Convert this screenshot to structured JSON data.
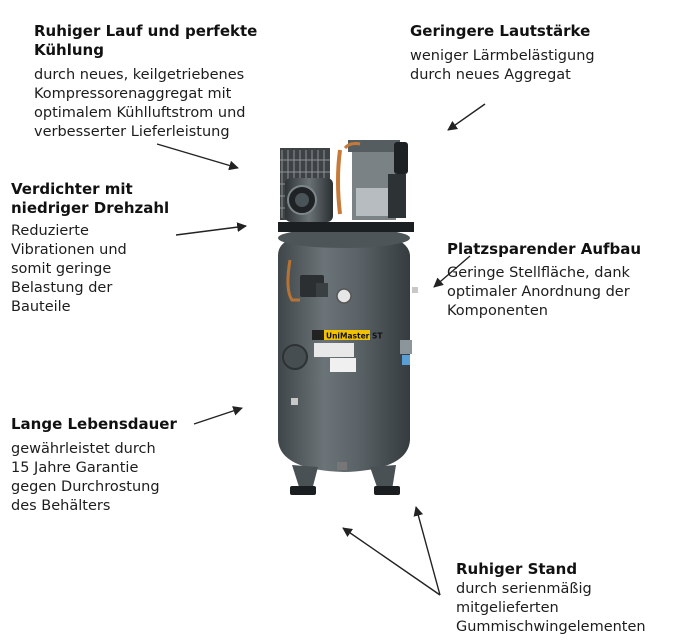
{
  "features": [
    {
      "id": "quiet_cooling",
      "title": "Ruhiger Lauf und perfekte Kühlung",
      "lines": [
        "durch neues, keilgetriebenes",
        "Kompressorenaggregat mit",
        "optimalem Kühlluftstrom und",
        "verbesserter Lieferleistung"
      ]
    },
    {
      "id": "lower_volume",
      "title": "Geringere Lautstärke",
      "lines": [
        "weniger Lärmbelästigung",
        "durch neues Aggregat"
      ]
    },
    {
      "id": "low_rpm",
      "title_lines": [
        "Verdichter mit",
        "niedriger Drehzahl"
      ],
      "lines": [
        "Reduzierte",
        "Vibrationen und",
        "somit geringe",
        "Belastung der",
        "Bauteile"
      ]
    },
    {
      "id": "space_saving",
      "title": "Platzsparender Aufbau",
      "lines": [
        "Geringe Stellfläche, dank",
        "optimaler Anordnung der",
        "Komponenten"
      ]
    },
    {
      "id": "long_life",
      "title": "Lange Lebensdauer",
      "lines": [
        "gewährleistet durch",
        "15 Jahre Garantie",
        "gegen Durchrostung",
        "des Behälters"
      ]
    },
    {
      "id": "stable_stand",
      "title": "Ruhiger Stand",
      "lines": [
        "durch serienmäßig",
        "mitgelieferten",
        "Gummischwingelementen"
      ]
    }
  ],
  "product_label": {
    "brand": "UniMaster ST",
    "brand_color": "#f2c200",
    "tank_color": "#5b6367"
  }
}
